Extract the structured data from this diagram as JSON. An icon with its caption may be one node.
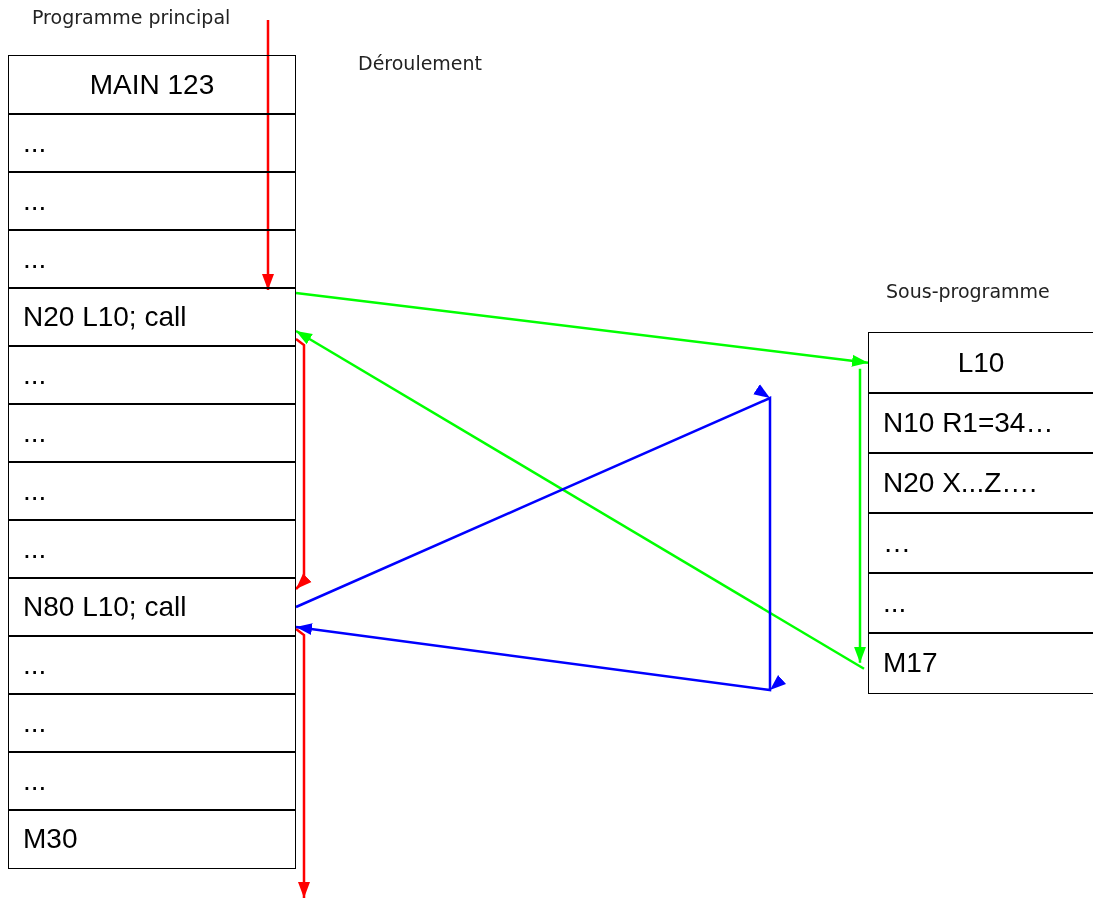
{
  "diagram": {
    "nodes": [
      {
        "text": [
          "Programme principal"
        ]
      },
      {
        "text": [
          "MAIN 123"
        ],
        "in": 0
      },
      {
        "text": [
          "..."
        ],
        "in": 0
      },
      {
        "text": [
          "..."
        ],
        "in": 0
      },
      {
        "text": [
          "..."
        ],
        "in": 0
      },
      {
        "text": [
          "N20 L10; call"
        ],
        "in": 0
      },
      {
        "text": [
          "..."
        ],
        "in": 0
      },
      {
        "text": [
          "..."
        ],
        "in": 0
      },
      {
        "text": [
          "..."
        ],
        "in": 0
      },
      {
        "text": [
          "..."
        ],
        "in": 0
      },
      {
        "text": [
          "N80 L10; call"
        ],
        "in": 0
      },
      {
        "text": [
          "..."
        ],
        "in": 0
      },
      {
        "text": [
          "..."
        ],
        "in": 0
      },
      {
        "text": [
          "..."
        ],
        "in": 0
      },
      {
        "text": [
          "M30"
        ],
        "in": 0
      },
      {
        "text": [
          "Sous-programme"
        ]
      },
      {
        "text": [
          "L10"
        ],
        "in": 15
      },
      {
        "text": [
          "N10 R1=34…"
        ],
        "in": 15
      },
      {
        "text": [
          "N20 X...Z…."
        ],
        "in": 15
      },
      {
        "text": [
          "…"
        ],
        "in": 15
      },
      {
        "text": [
          "..."
        ],
        "in": 15
      },
      {
        "text": [
          "M17"
        ],
        "in": 15
      }
    ],
    "edges": [
      {
        "from": null,
        "to": 5,
        "arrow": "to",
        "color": "#ff0000"
      },
      {
        "from": 5,
        "to": 10,
        "arrow": "to",
        "color": "#ff0000"
      },
      {
        "from": 10,
        "to": null,
        "arrow": "to",
        "color": "#ff0000"
      },
      {
        "from": 5,
        "to": 16,
        "arrow": "to",
        "color": "#00ff00"
      },
      {
        "from": 16,
        "to": 21,
        "arrow": "to",
        "color": "#00ff00"
      },
      {
        "from": 21,
        "to": 5,
        "arrow": "to",
        "color": "#00ff00"
      },
      {
        "from": 10,
        "to": 10,
        "arrow": "to",
        "color": "#0000ff"
      }
    ],
    "labels": [
      "Déroulement"
    ]
  }
}
